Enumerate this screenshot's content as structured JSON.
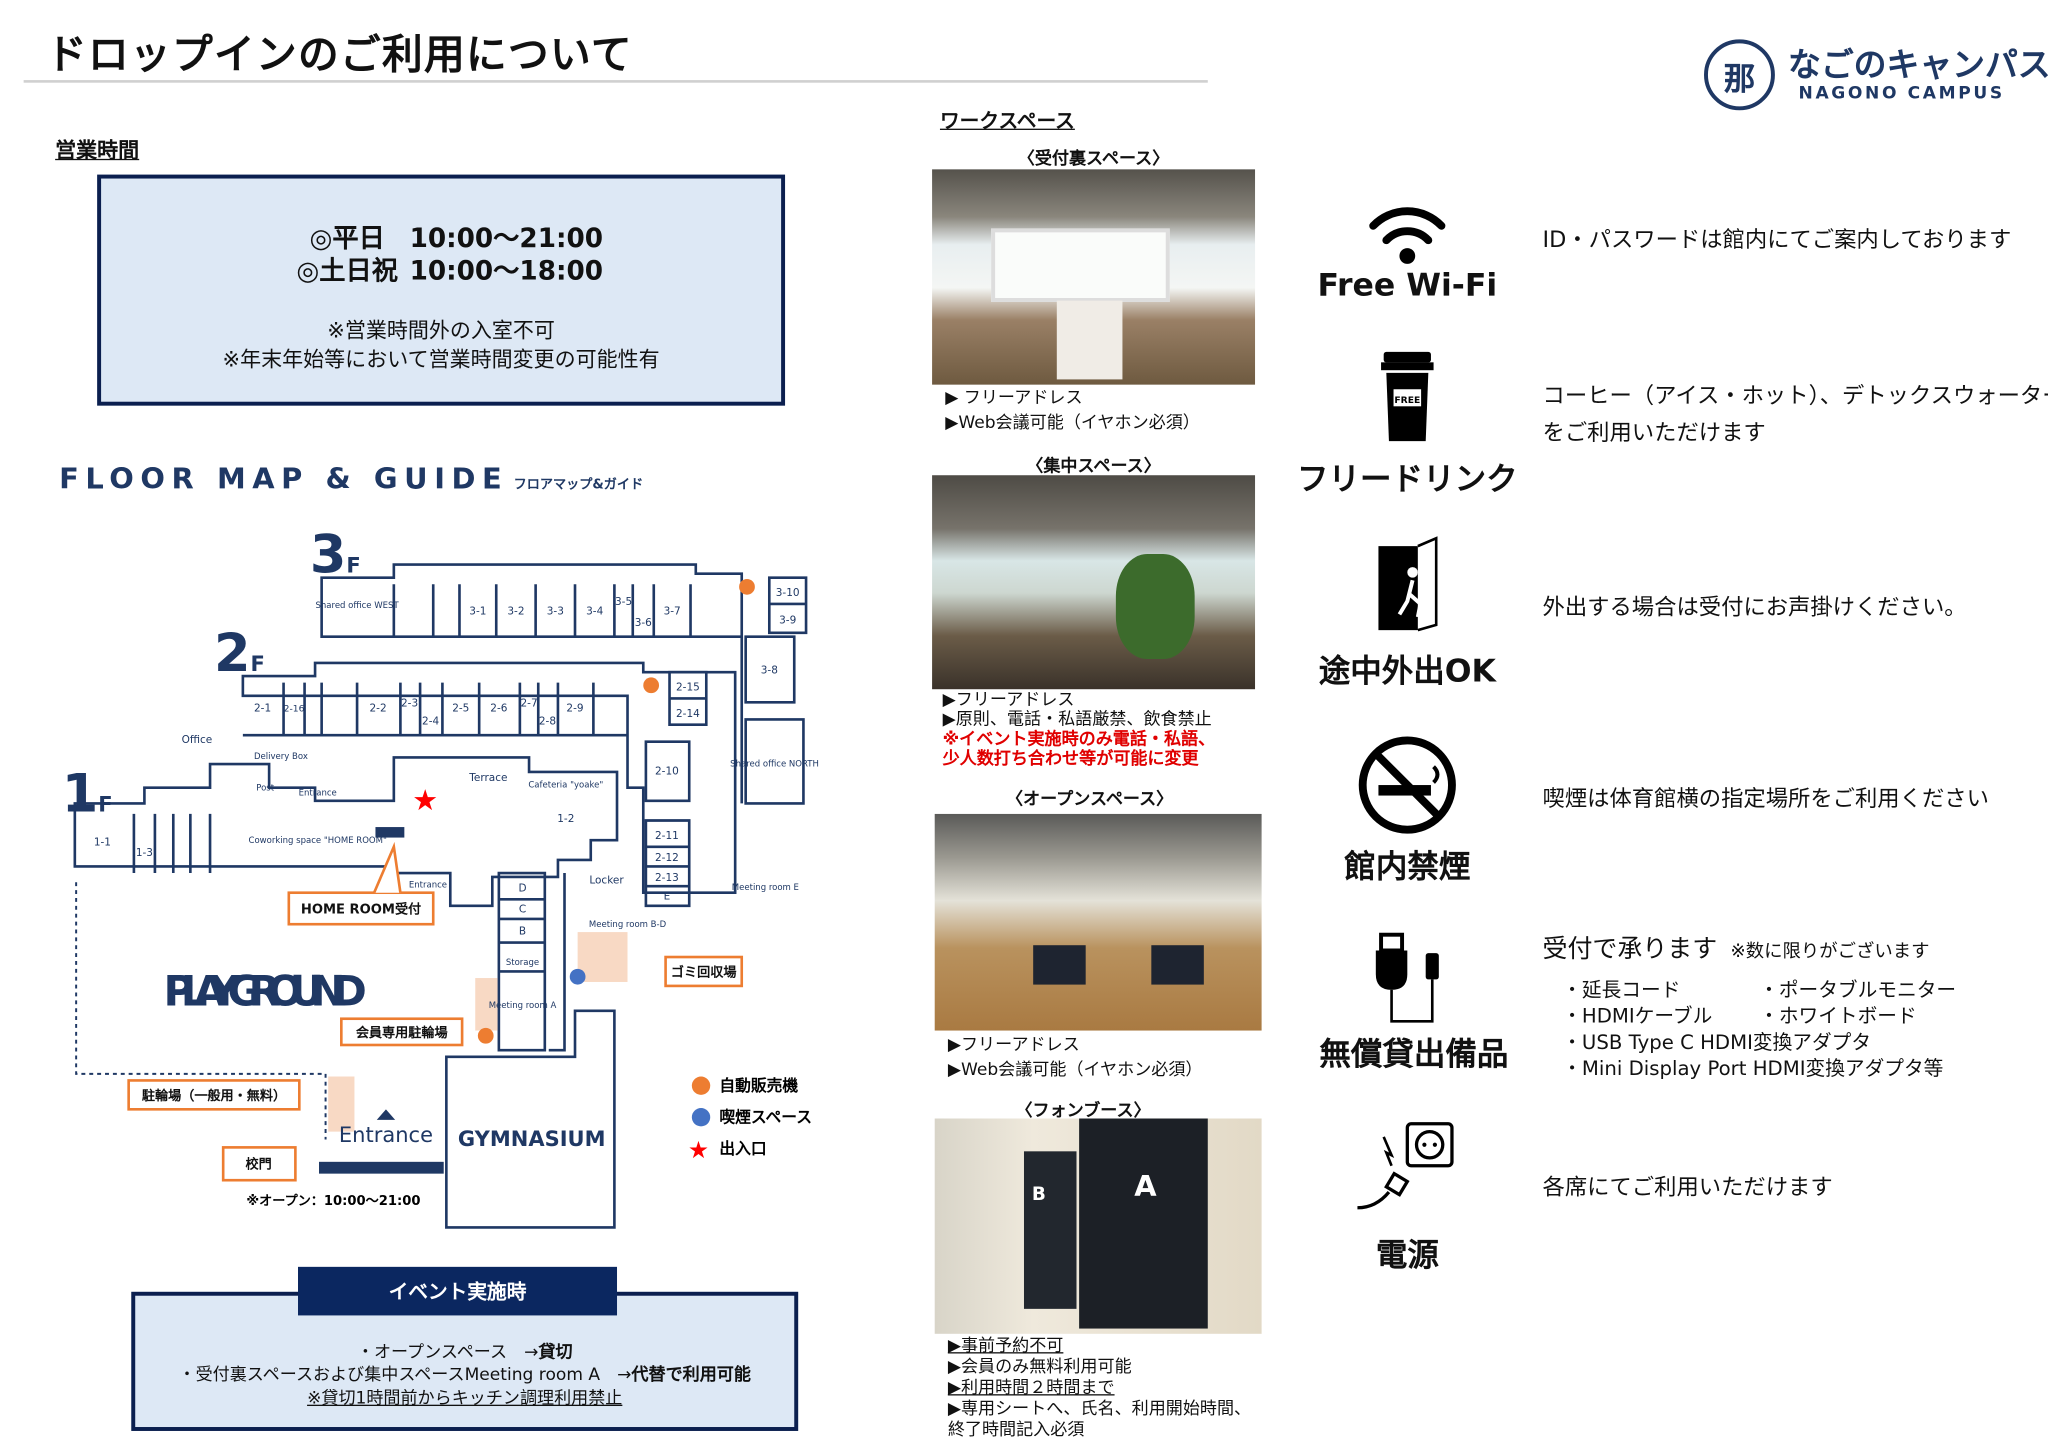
{
  "header": {
    "title": "ドロップインのご利用について",
    "logo_jp": "なごのキャンパス",
    "logo_en": "NAGONO CAMPUS",
    "logo_seal": "那"
  },
  "hours": {
    "heading": "営業時間",
    "rows": [
      {
        "day": "◎平日",
        "time": "10:00〜21:00"
      },
      {
        "day": "◎土日祝",
        "time": "10:00〜18:00"
      }
    ],
    "notes": [
      "※営業時間外の入室不可",
      "※年末年始等において営業時間変更の可能性有"
    ]
  },
  "floor_map": {
    "title": "FLOOR MAP & GUIDE",
    "subtitle": "フロアマップ&ガイド",
    "floors": [
      "3",
      "2",
      "1"
    ],
    "floor_suffix": "F",
    "rooms": [
      "Shared office WEST",
      "3-1",
      "3-2",
      "3-3",
      "3-4",
      "3-5",
      "3-6",
      "3-7",
      "3-10",
      "3-9",
      "3-8",
      "Shared office NORTH",
      "2-1",
      "2-16",
      "2-2",
      "2-3",
      "2-4",
      "2-5",
      "2-6",
      "2-7",
      "2-8",
      "2-9",
      "2-15",
      "2-14",
      "2-10",
      "2-11",
      "2-12",
      "2-13",
      "E",
      "Office",
      "Delivery Box",
      "Post",
      "Entrance",
      "Terrace",
      "Cafeteria \"yoake\"",
      "1-2",
      "Coworking space \"HOME ROOM\"",
      "1-1",
      "1-3",
      "Locker",
      "Meeting room E",
      "D",
      "C",
      "B",
      "Meeting room B-D",
      "Storage",
      "Meeting room A",
      "Entrance"
    ],
    "callouts": [
      "HOME ROOM受付",
      "ゴミ回収場",
      "会員専用駐輪場",
      "駐輪場（一般用・無料）",
      "校門"
    ],
    "playground": "PLAY GROUND",
    "gymnasium": "GYMNASIUM",
    "entrance": "Entrance",
    "gate_note": "※オープン：10:00〜21:00",
    "legend": [
      {
        "label": "自動販売機",
        "color": "#ed7d31"
      },
      {
        "label": "喫煙スペース",
        "color": "#4472c4"
      },
      {
        "label": "出入口",
        "color": "#ff0000"
      }
    ]
  },
  "event": {
    "title": "イベント実施時",
    "lines": [
      {
        "text": "・オープンスペース　→",
        "bold": "貸切"
      },
      {
        "text": "・受付裏スペースおよび集中スペースMeeting room A　→",
        "bold": "代替で利用可能"
      }
    ],
    "note": "※貸切1時間前からキッチン調理利用禁止"
  },
  "workspace": {
    "heading": "ワークスペース",
    "spaces": [
      {
        "caption": "〈受付裏スペース〉",
        "bullets": [
          "▶ フリーアドレス",
          "▶Web会議可能（イヤホン必須）"
        ]
      },
      {
        "caption": "〈集中スペース〉",
        "bullets": [
          "▶フリーアドレス",
          "▶原則、電話・私語厳禁、飲食禁止"
        ],
        "red": [
          "※イベント実施時のみ電話・私語、",
          "少人数打ち合わせ等が可能に変更"
        ]
      },
      {
        "caption": "〈オープンスペース〉",
        "bullets": [
          "▶フリーアドレス",
          "▶Web会議可能（イヤホン必須）"
        ]
      },
      {
        "caption": "〈フォンブース〉",
        "bullets": [
          "▶事前予約不可",
          "▶会員のみ無料利用可能",
          "▶利用時間２時間まで",
          "▶専用シートへ、氏名、利用開始時間、",
          "終了時間記入必須"
        ],
        "booth_labels": [
          "B",
          "A"
        ]
      }
    ]
  },
  "services": [
    {
      "label": "Free Wi-Fi",
      "icon": "wifi-icon",
      "text": [
        "ID・パスワードは館内にてご案内しております"
      ]
    },
    {
      "label": "フリードリンク",
      "icon": "cup-icon",
      "badge": "FREE",
      "text": [
        "コーヒー（アイス・ホット）、デトックスウォーター",
        "をご利用いただけます"
      ]
    },
    {
      "label": "途中外出OK",
      "icon": "exit-door-icon",
      "text": [
        "外出する場合は受付にお声掛けください。"
      ]
    },
    {
      "label": "館内禁煙",
      "icon": "no-smoking-icon",
      "text": [
        "喫煙は体育館横の指定場所をご利用ください"
      ]
    },
    {
      "label": "無償貸出備品",
      "icon": "cable-icon",
      "text": [
        "受付で承ります"
      ],
      "note": "※数に限りがございます",
      "items": [
        "・延長コード",
        "・ポータブルモニター",
        "・HDMIケーブル",
        "・ホワイトボード",
        "・USB Type C HDMI変換アダプタ",
        "・Mini Display Port HDMI変換アダプタ等"
      ]
    },
    {
      "label": "電源",
      "icon": "power-outlet-icon",
      "text": [
        "各席にてご利用いただけます"
      ]
    }
  ]
}
